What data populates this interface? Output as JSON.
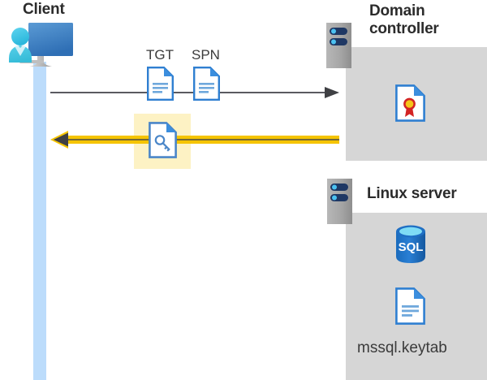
{
  "diagram": {
    "type": "sequence-flow",
    "labels": {
      "client": "Client",
      "domain_controller": "Domain\ncontroller",
      "domain_controller_line1": "Domain",
      "domain_controller_line2": "controller",
      "linux_server": "Linux server",
      "tgt": "TGT",
      "spn": "SPN",
      "keytab_file": "mssql.keytab",
      "sql_icon_text": "SQL"
    },
    "icons": {
      "client": "user-workstation-icon",
      "dc_server": "server-rack-icon",
      "linux_server": "server-rack-icon",
      "tgt_document": "document-icon",
      "spn_document": "document-icon",
      "key_document": "key-document-icon",
      "certificate": "certificate-document-icon",
      "sql_database": "sql-database-icon",
      "keytab_document": "document-icon"
    },
    "arrows": [
      {
        "name": "request-arrow",
        "direction": "right",
        "color": "#595959",
        "style": "thin-line"
      },
      {
        "name": "response-arrow",
        "direction": "left",
        "color": "#f2c200",
        "style": "thick-line"
      }
    ],
    "colors": {
      "panel_grey": "#d6d6d6",
      "lifeline_blue": "#bcdcfb",
      "highlight_yellow": "#fdf2c4",
      "arrow_gold": "#f2c200",
      "arrow_dark": "#3f4044",
      "doc_blue": "#2f7fd1",
      "title_text": "#2b2b2b",
      "sql_blue": "#1f6fc4",
      "cert_red": "#d32424",
      "cert_yellow": "#f5c518"
    }
  }
}
